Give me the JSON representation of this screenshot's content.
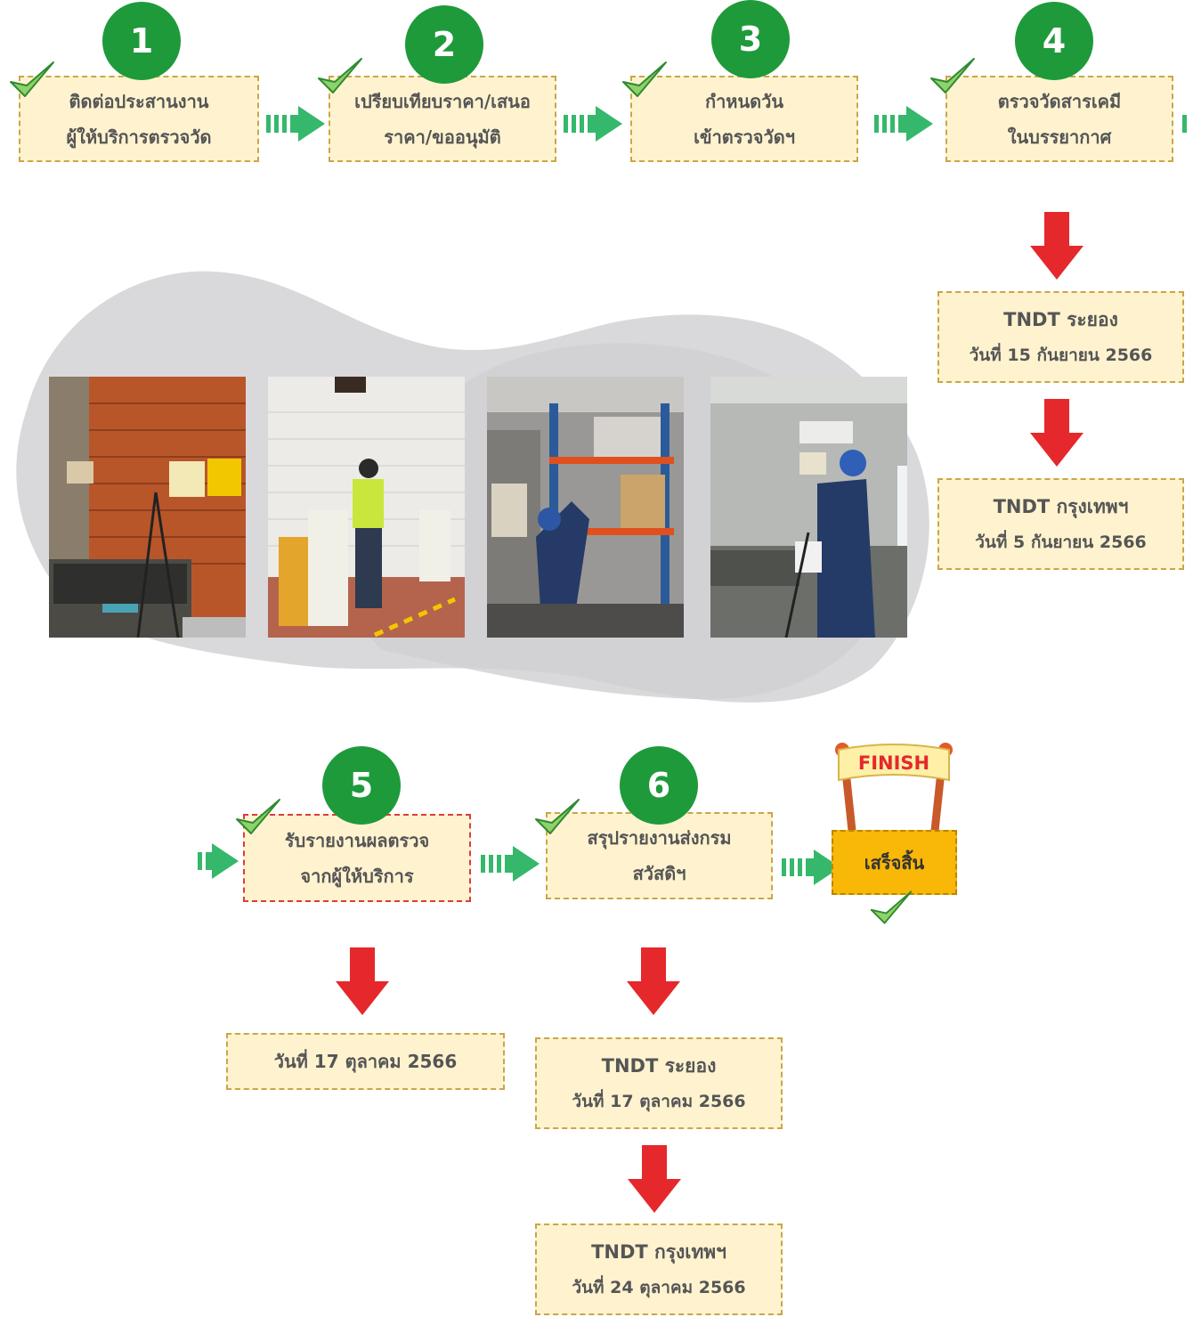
{
  "steps": [
    {
      "number": "1",
      "line1": "ติดต่อประสานงาน",
      "line2": "ผู้ให้บริการตรวจวัด"
    },
    {
      "number": "2",
      "line1": "เปรียบเทียบราคา/เสนอ",
      "line2": "ราคา/ขออนุมัติ"
    },
    {
      "number": "3",
      "line1": "กำหนดวัน",
      "line2": "เข้าตรวจวัดฯ"
    },
    {
      "number": "4",
      "line1": "ตรวจวัดสารเคมี",
      "line2": "ในบรรยากาศ"
    },
    {
      "number": "5",
      "line1": "รับรายงานผลตรวจ",
      "line2": "จากผู้ให้บริการ"
    },
    {
      "number": "6",
      "line1": "สรุปรายงานส่งกรม",
      "line2": "สวัสดิฯ"
    }
  ],
  "step4_dates": [
    {
      "site": "TNDT ระยอง",
      "date": "วันที่ 15 กันยายน 2566"
    },
    {
      "site": "TNDT กรุงเทพฯ",
      "date": "วันที่ 5 กันยายน 2566"
    }
  ],
  "step5_date": "วันที่ 17 ตุลาคม 2566",
  "step6_dates": [
    {
      "site": "TNDT ระยอง",
      "date": "วันที่ 17 ตุลาคม 2566"
    },
    {
      "site": "TNDT กรุงเทพฯ",
      "date": "วันที่ 24 ตุลาคม 2566"
    }
  ],
  "finish": {
    "banner": "FINISH",
    "label": "เสร็จสิ้น"
  },
  "colors": {
    "box_bg": "#fff3cf",
    "box_border": "#c9a64a",
    "circle": "#1e9a3b",
    "check": "#6cbf44",
    "flow_arrow": "#35b86b",
    "down_arrow": "#e5282b",
    "finish": "#f9b707",
    "blob": "#d9d9db"
  }
}
